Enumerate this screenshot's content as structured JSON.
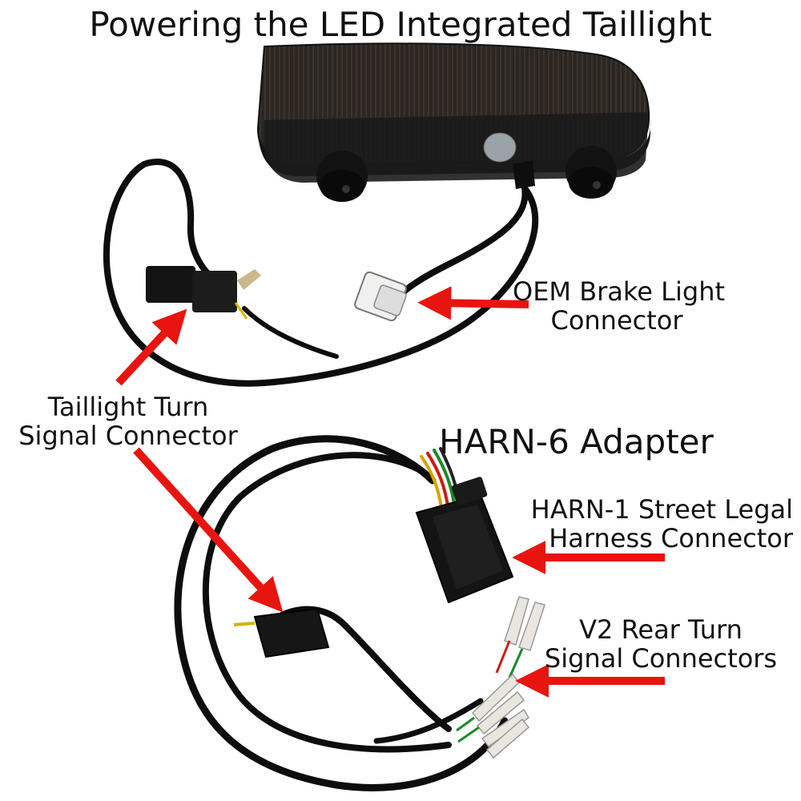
{
  "title": "Powering the LED Integrated Taillight",
  "adapter_title": "HARN-6 Adapter",
  "callouts": {
    "oem_brake": {
      "line1": "OEM Brake Light",
      "line2": "Connector"
    },
    "taillight_turn": {
      "line1": "Taillight Turn",
      "line2": "Signal Connector"
    },
    "harn1": {
      "line1": "HARN-1 Street Legal",
      "line2": "Harness Connector"
    },
    "v2_rear": {
      "line1": "V2 Rear Turn",
      "line2": "Signal Connectors"
    }
  },
  "colors": {
    "arrow": "#e8140f",
    "housing": "#1b1b1b",
    "wire": "#0d0d0d",
    "text": "#111111"
  }
}
